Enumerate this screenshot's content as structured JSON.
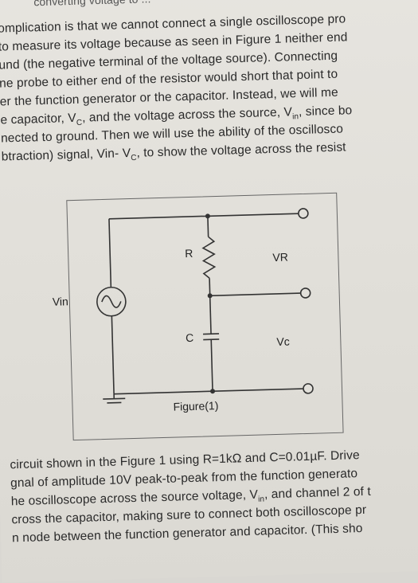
{
  "header_fragment": "converting voltage to ...",
  "paragraph1": [
    "omplication is that we cannot connect a single oscilloscope pro",
    "to measure its voltage because as seen in Figure 1 neither end",
    "und (the negative terminal of the voltage source). Connecting",
    "ne probe to either end of the resistor would short that point to",
    "er the function generator or the capacitor. Instead, we will me",
    "e capacitor, V",
    "nected to ground. Then we will use the ability of the oscillosco",
    "btraction) signal, Vin- V"
  ],
  "line6": {
    "a": "e capacitor, V",
    "sub1": "C",
    "b": ", and the voltage across the source, V",
    "sub2": "in",
    "c": ", since bo"
  },
  "line8": {
    "a": "btraction) signal, Vin- V",
    "sub1": "C",
    "b": ", to show the voltage across the resist"
  },
  "figure": {
    "label_r": "R",
    "label_vr": "VR",
    "label_vin": "Vin",
    "label_c": "C",
    "label_vc": "Vc",
    "caption": "Figure(1)"
  },
  "paragraph2": [
    "circuit shown in the Figure 1 using R=1kΩ and C=0.01µF. Drive",
    "gnal of amplitude 10V peak-to-peak from the function generato",
    "he oscilloscope across the source voltage, V",
    "cross the capacitor, making sure to connect both oscilloscope pr",
    "n node between the function generator and capacitor. (This sho"
  ],
  "p2line3": {
    "a": "he oscilloscope across the source voltage, V",
    "sub1": "in",
    "b": ", and channel 2 of t"
  }
}
